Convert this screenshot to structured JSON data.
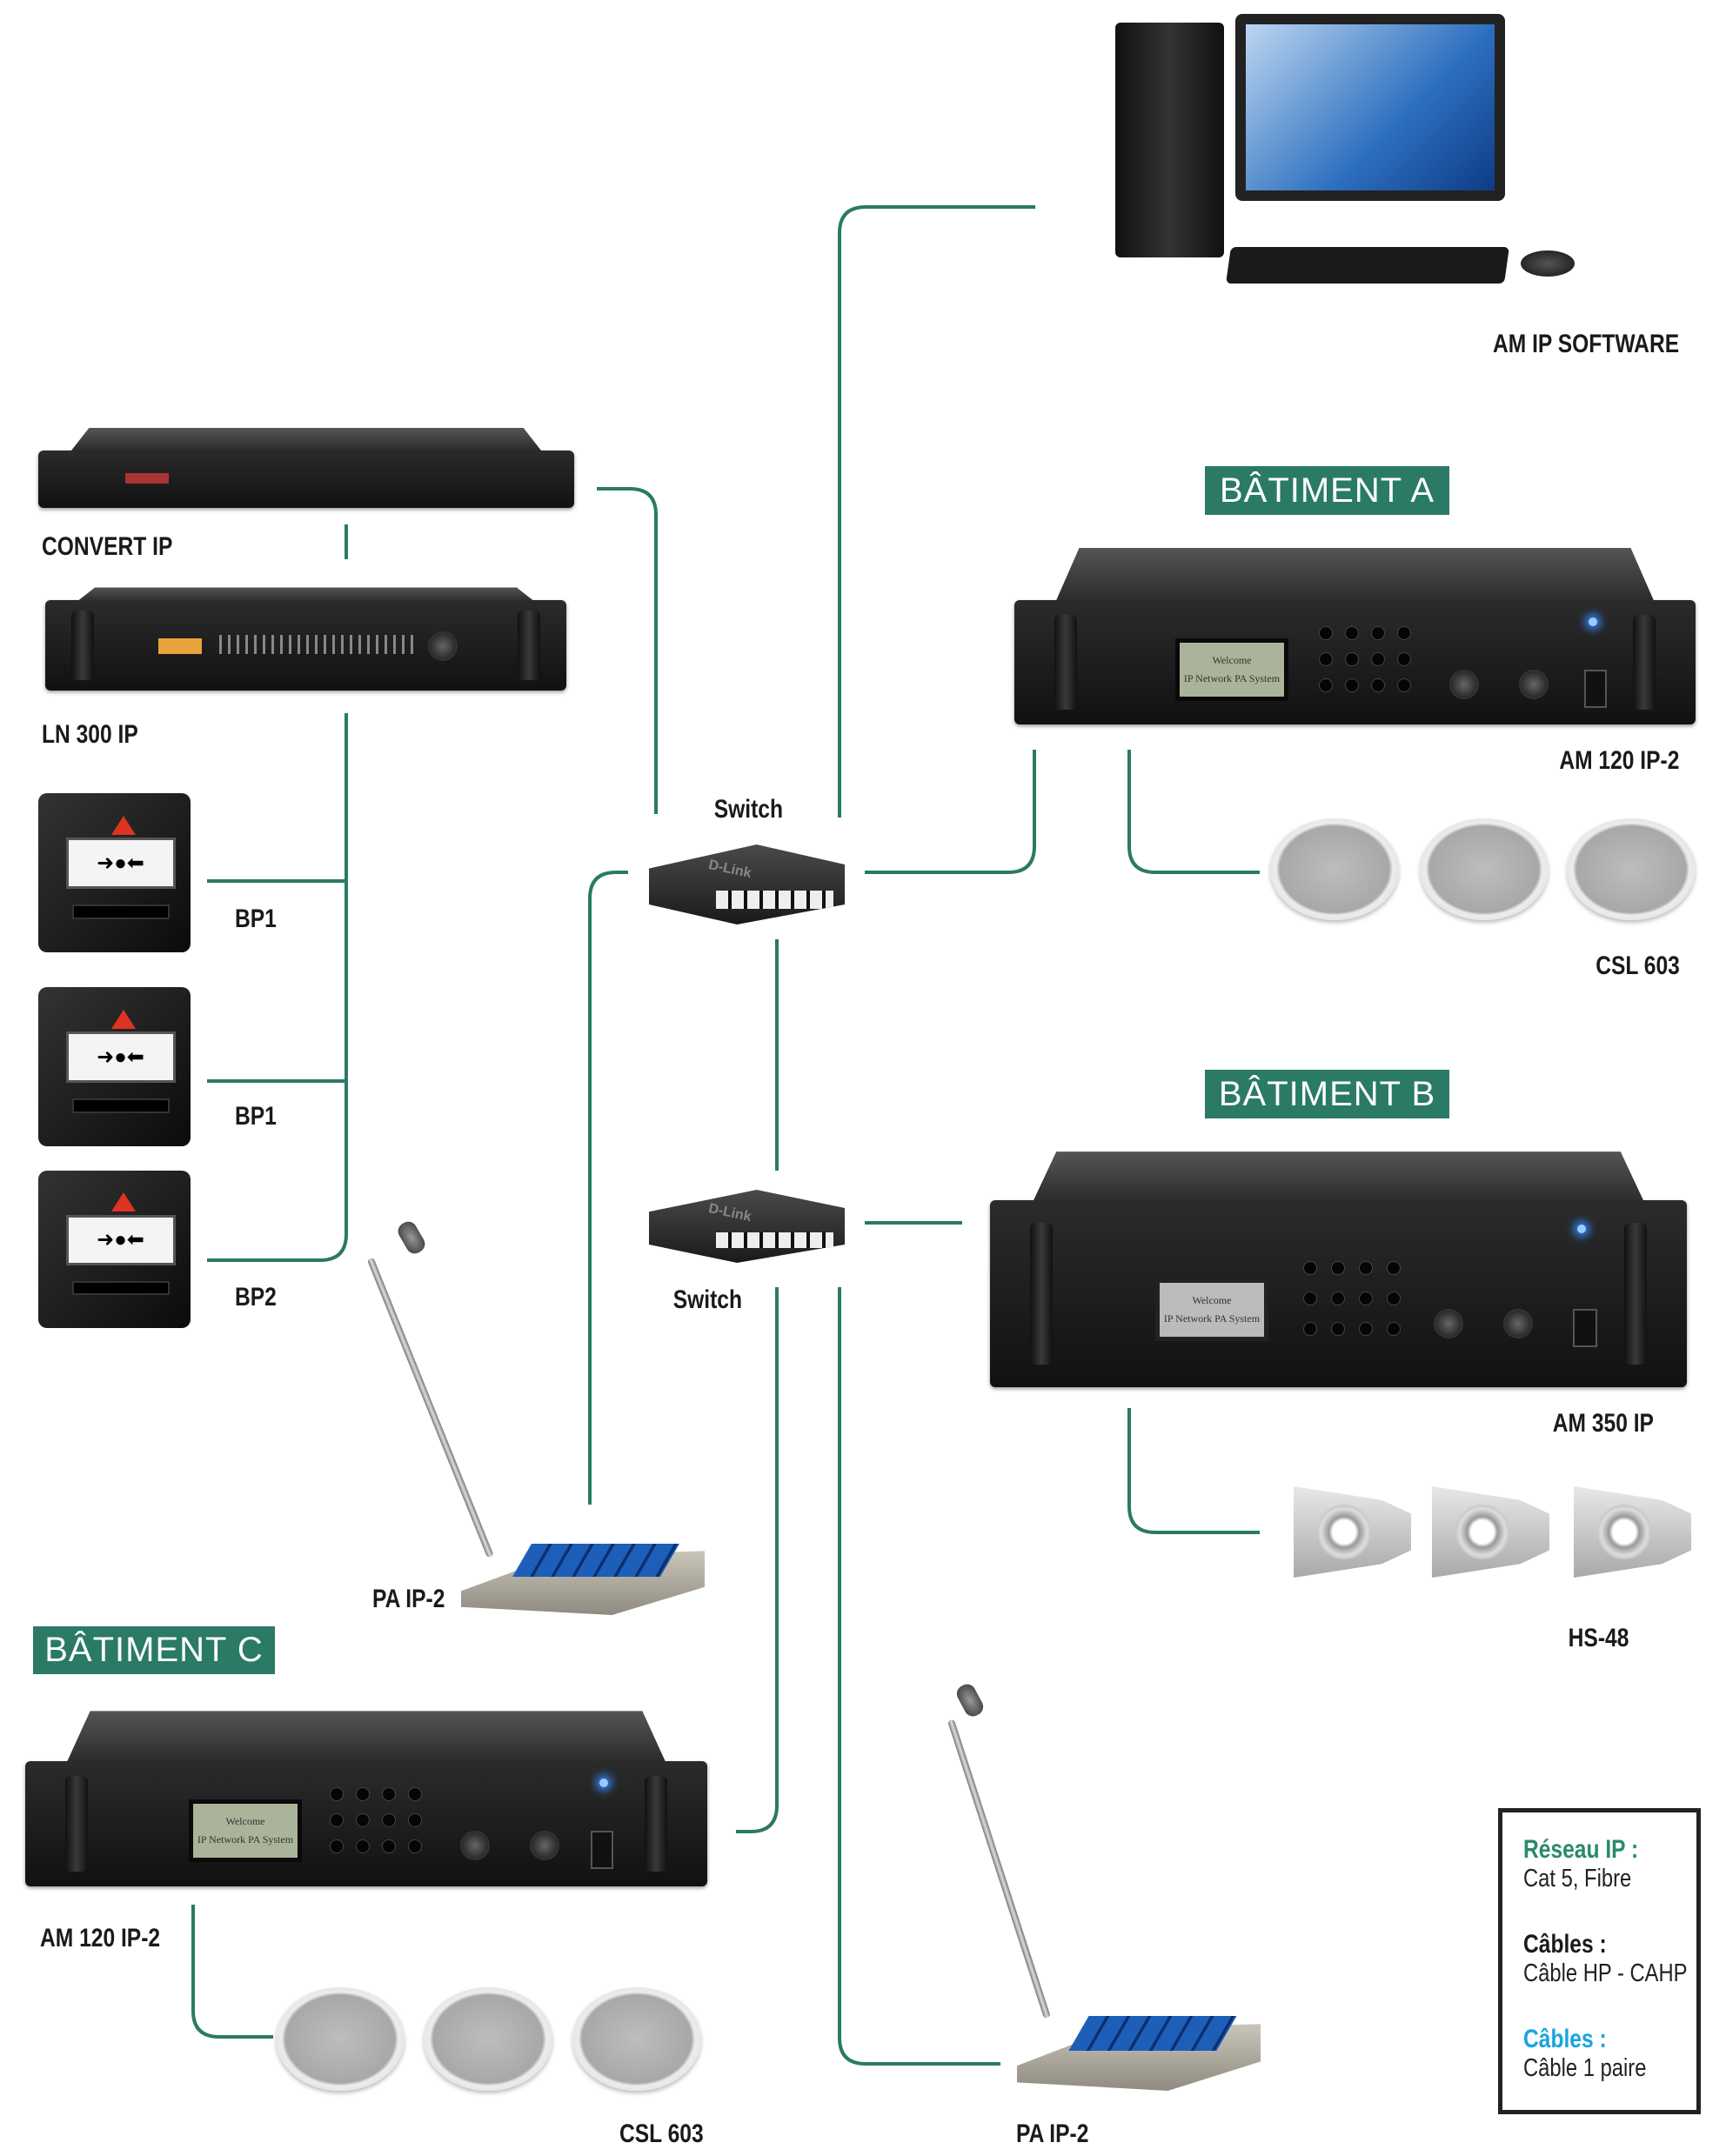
{
  "colors": {
    "connection": "#2a7a66",
    "badge": "#2a7a66",
    "legend_ip": "#2a8a6e",
    "legend_cables_black": "#1a1a1a",
    "legend_cables_blue": "#1aa3e0"
  },
  "computer": {
    "label": "AM IP SOFTWARE"
  },
  "convert_ip": {
    "label": "CONVERT IP"
  },
  "ln300": {
    "label": "LN 300 IP"
  },
  "call_points": [
    {
      "label": "BP1"
    },
    {
      "label": "BP1"
    },
    {
      "label": "BP2"
    }
  ],
  "switches": [
    {
      "label": "Switch",
      "brand": "D-Link"
    },
    {
      "label": "Switch",
      "brand": "D-Link"
    }
  ],
  "building_a": {
    "title": "BÂTIMENT A",
    "amplifier": "AM 120 IP-2",
    "speakers": "CSL 603"
  },
  "building_b": {
    "title": "BÂTIMENT B",
    "amplifier": "AM 350 IP",
    "speakers": "HS-48"
  },
  "building_c": {
    "title": "BÂTIMENT C",
    "amplifier": "AM 120 IP-2",
    "speakers": "CSL 603"
  },
  "amp_screen": {
    "line1": "Welcome",
    "line2": "IP Network PA System"
  },
  "paging_consoles": [
    {
      "label": "PA IP-2"
    },
    {
      "label": "PA IP-2"
    }
  ],
  "legend": {
    "ip_title": "Réseau IP :",
    "ip_text": "Cat 5, Fibre",
    "cables1_title": "Câbles :",
    "cables1_text": "Câble HP - CAHP",
    "cables2_title": "Câbles :",
    "cables2_text": "Câble 1 paire"
  }
}
